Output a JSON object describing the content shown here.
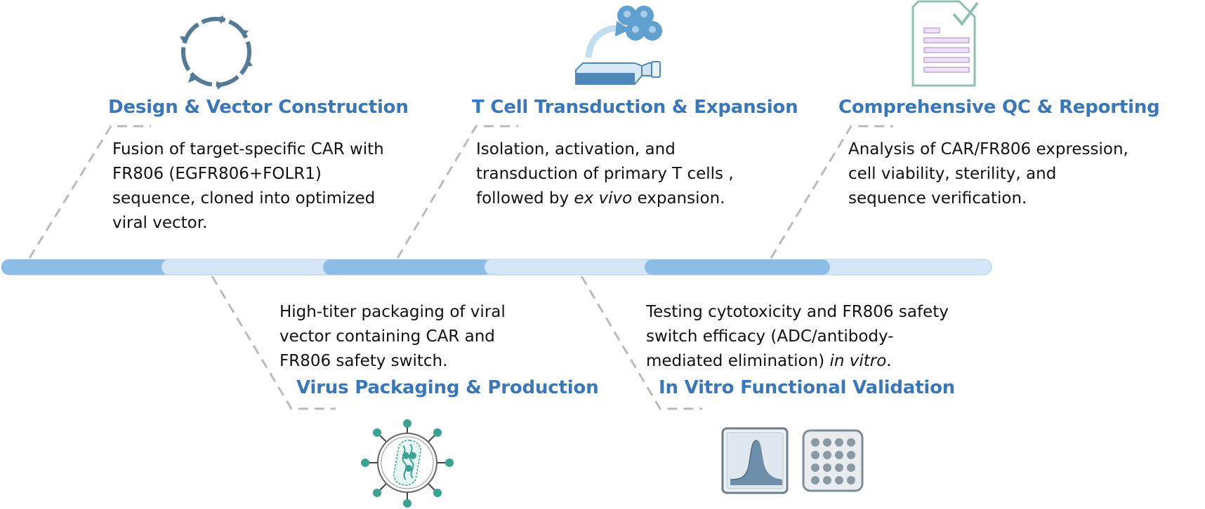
{
  "colors": {
    "title": "#3a77b8",
    "bar_dark": "#8bbde6",
    "bar_light": "#d4e6f7",
    "dash": "#bbbbbb",
    "plasmid": "#557a96",
    "cells": "#5fa0d0",
    "flask": "#4f88b8",
    "report_frame": "#8fc0b4",
    "report_lines": "#d7bfe6",
    "virus": "#3aa394",
    "plate": "#8a9aa5"
  },
  "steps": [
    {
      "title": "Design & Vector Construction",
      "icon": "plasmid-icon",
      "lines": [
        "Fusion of target-specific CAR with",
        "FR806 (EGFR806+FOLR1)",
        "sequence, cloned into optimized",
        "viral vector."
      ]
    },
    {
      "title": "Virus Packaging & Production",
      "icon": "virus-icon",
      "lines": [
        "High-titer packaging of viral",
        "vector containing CAR and",
        "FR806 safety switch."
      ]
    },
    {
      "title": "T Cell Transduction & Expansion",
      "icon": "cell-culture-flask-icon",
      "lines": [
        "Isolation, activation, and",
        "transduction of primary T cells ,"
      ],
      "line3_prefix": "followed by ",
      "line3_em": "ex vivo",
      "line3_suffix": " expansion."
    },
    {
      "title": "In Vitro Functional Validation",
      "icon": "assay-plate-icon",
      "lines": [
        "Testing cytotoxicity and FR806 safety",
        "switch efficacy (ADC/antibody-"
      ],
      "line3_prefix": "mediated elimination) ",
      "line3_em": "in vitro",
      "line3_suffix": "."
    },
    {
      "title": "Comprehensive QC & Reporting",
      "icon": "qc-report-icon",
      "lines": [
        "Analysis of CAR/FR806 expression,",
        "cell viability, sterility, and",
        "sequence verification."
      ]
    }
  ]
}
